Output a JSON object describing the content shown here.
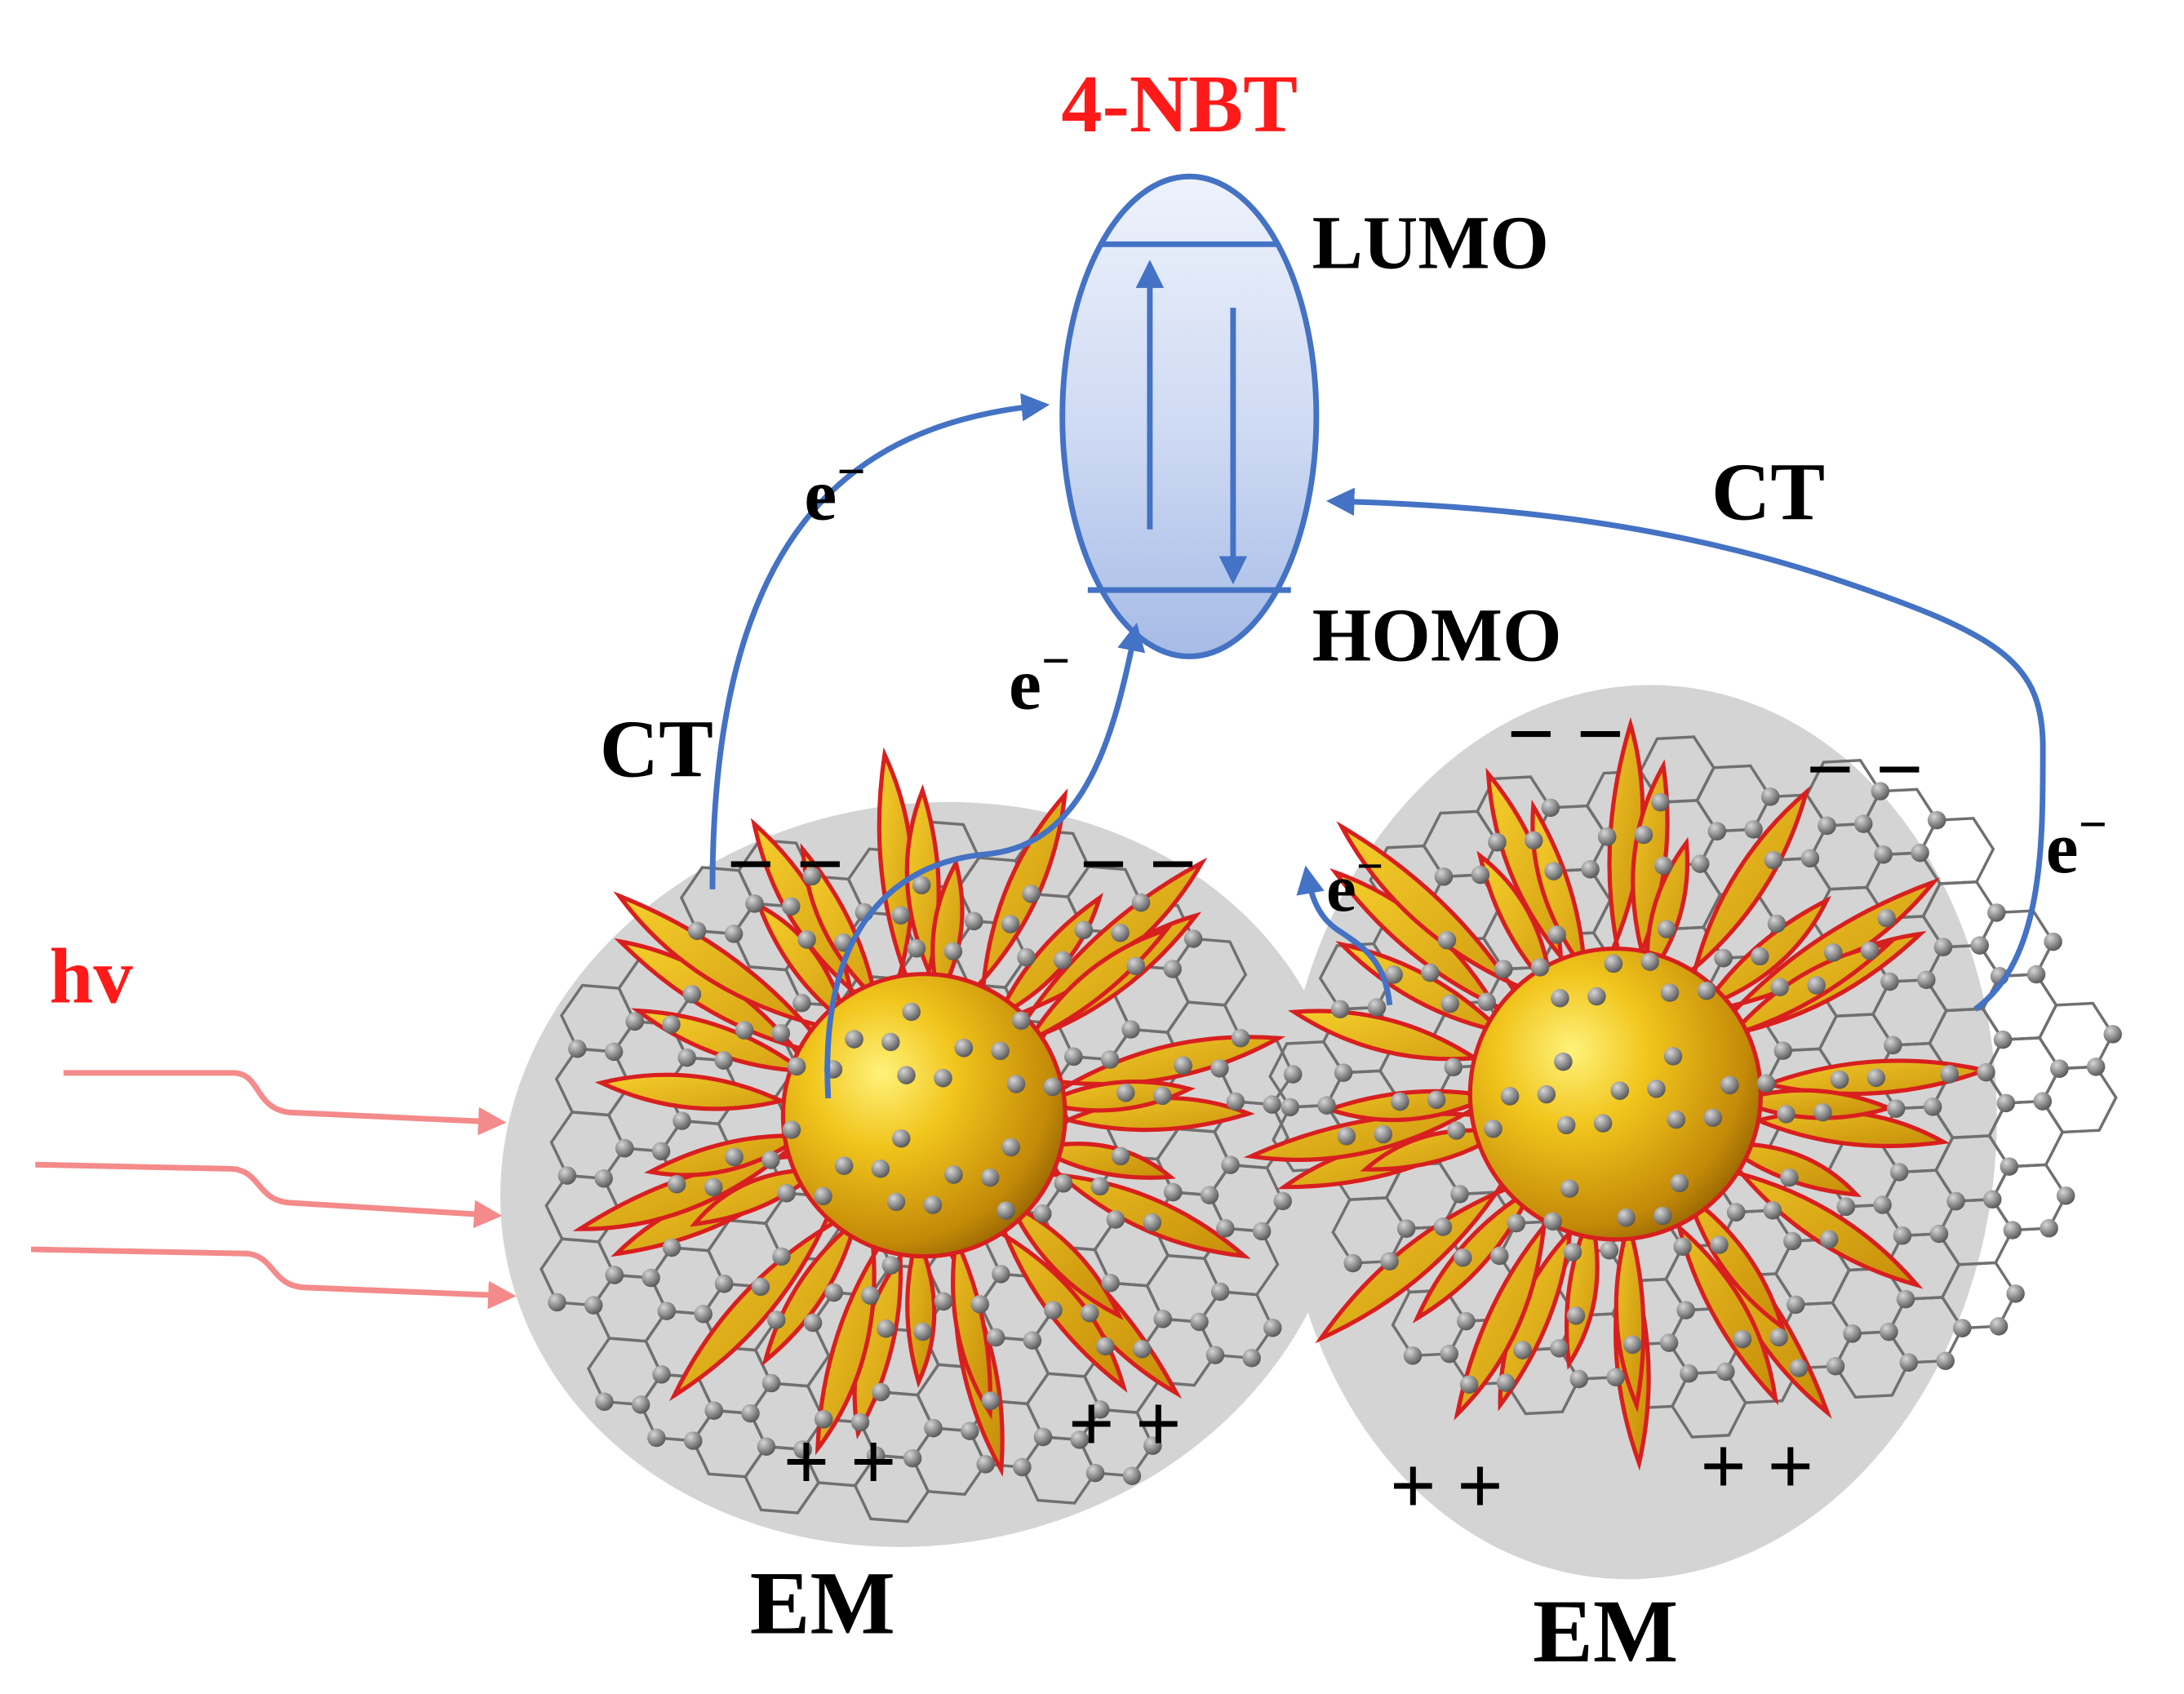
{
  "molecule": {
    "name": "4-NBT",
    "lumo_label": "LUMO",
    "homo_label": "HOMO"
  },
  "charge_transfer": {
    "left_label": "CT",
    "right_label": "CT"
  },
  "electron": {
    "base": "e",
    "superscript": "−"
  },
  "light": {
    "label": "hv",
    "rays": 3
  },
  "particles": [
    {
      "label": "EM",
      "negative": [
        "− −",
        "− −"
      ],
      "positive": [
        "+ +",
        "+ +"
      ]
    },
    {
      "label": "EM",
      "negative": [
        "− −",
        "− −"
      ],
      "positive": [
        "+ +",
        "+ +"
      ]
    }
  ],
  "colors": {
    "title_red": "#ff1a1a",
    "arrow_blue": "#4472c4",
    "orbital_fill": "#c9d6f2",
    "light_ray": "#f48a8a",
    "halo_gray": "#d4d4d4",
    "gold": "#d9a514",
    "petal_edge": "#d81f1f",
    "graphene": "#707070"
  }
}
